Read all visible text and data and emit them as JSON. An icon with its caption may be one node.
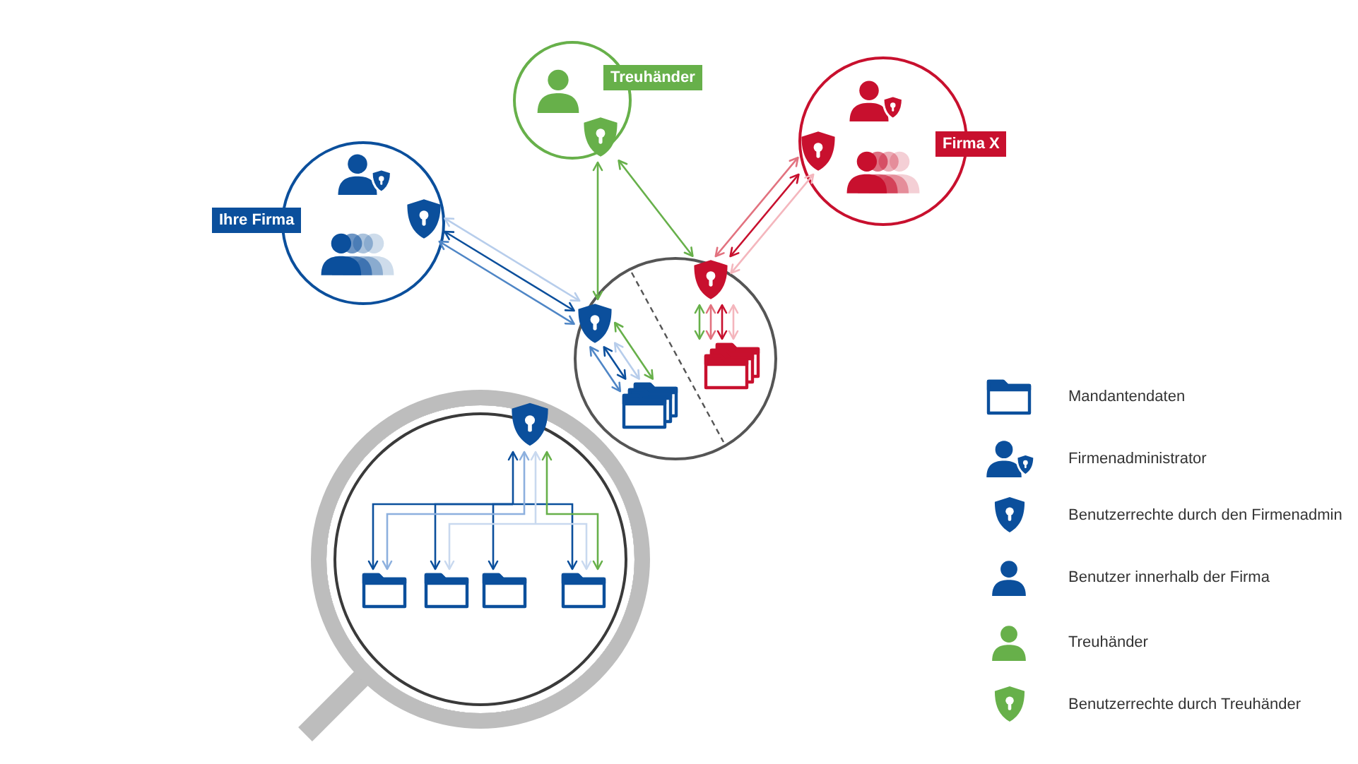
{
  "diagram": {
    "nodes": [
      {
        "text": [
          "Ihre Firma"
        ]
      },
      {
        "text": [],
        "shape": "person",
        "in": 0
      },
      {
        "text": [],
        "shape": "person",
        "in": 0
      },
      {
        "text": [],
        "shape": "shield",
        "in": 0
      },
      {
        "text": [
          "Treuhänder"
        ]
      },
      {
        "text": [],
        "shape": "person",
        "in": 4
      },
      {
        "text": [],
        "shape": "shield",
        "in": 4
      },
      {
        "text": [
          "Firma X"
        ]
      },
      {
        "text": [],
        "shape": "shield",
        "in": 7
      },
      {
        "text": [],
        "shape": "person",
        "in": 7
      },
      {
        "text": [],
        "shape": "person",
        "in": 7
      },
      {
        "text": [],
        "shape": "circle"
      },
      {
        "text": [],
        "shape": "shield",
        "in": 11
      },
      {
        "text": [],
        "shape": "shield",
        "in": 11
      },
      {
        "text": [],
        "shape": "folder",
        "in": 11
      },
      {
        "text": [],
        "shape": "folder",
        "in": 11
      },
      {
        "text": [],
        "shape": "circle"
      },
      {
        "text": [],
        "shape": "shield",
        "in": 16
      },
      {
        "text": [],
        "shape": "folder",
        "in": 16
      },
      {
        "text": [],
        "shape": "folder",
        "in": 16
      },
      {
        "text": [],
        "shape": "folder",
        "in": 16
      },
      {
        "text": [],
        "shape": "folder",
        "in": 16
      }
    ],
    "edges": [
      {
        "from": 3,
        "to": 12,
        "arrow": "both",
        "color": "#b7cdeb"
      },
      {
        "from": 3,
        "to": 12,
        "arrow": "both"
      },
      {
        "from": 3,
        "to": 12,
        "arrow": "both",
        "color": "#4f86c6"
      },
      {
        "from": 6,
        "to": 12,
        "arrow": "both",
        "color": "#67b04a"
      },
      {
        "from": 6,
        "to": 13,
        "arrow": "both",
        "color": "#67b04a"
      },
      {
        "from": 8,
        "to": 13,
        "arrow": "both",
        "color": "#f4b6bd"
      },
      {
        "from": 8,
        "to": 13,
        "arrow": "both",
        "color": "#c8102e"
      },
      {
        "from": 8,
        "to": 13,
        "arrow": "both",
        "color": "#e2727f"
      },
      {
        "from": 12,
        "to": 14,
        "arrow": "both",
        "color": "#67b04a"
      },
      {
        "from": 12,
        "to": 14,
        "arrow": "both",
        "color": "#b7cdeb"
      },
      {
        "from": 12,
        "to": 14,
        "arrow": "both"
      },
      {
        "from": 12,
        "to": 14,
        "arrow": "both",
        "color": "#4f86c6"
      },
      {
        "from": 13,
        "to": 15,
        "arrow": "both",
        "color": "#67b04a"
      },
      {
        "from": 13,
        "to": 15,
        "arrow": "both",
        "color": "#e2727f"
      },
      {
        "from": 13,
        "to": 15,
        "arrow": "both",
        "color": "#c8102e"
      },
      {
        "from": 13,
        "to": 15,
        "arrow": "both",
        "color": "#f4b6bd"
      },
      {
        "from": 17,
        "to": 18,
        "arrow": "both"
      },
      {
        "from": 17,
        "to": 19,
        "arrow": "both"
      },
      {
        "from": 17,
        "to": 20,
        "arrow": "both"
      },
      {
        "from": 17,
        "to": 21,
        "arrow": "both"
      },
      {
        "from": 17,
        "to": 18,
        "arrow": "both",
        "color": "#8db0de"
      },
      {
        "from": 17,
        "to": 19,
        "arrow": "both",
        "color": "#c9d9ef"
      },
      {
        "from": 17,
        "to": 21,
        "arrow": "both",
        "color": "#c9d9ef"
      },
      {
        "from": 17,
        "to": 21,
        "arrow": "both",
        "color": "#67b04a"
      }
    ],
    "legend": [
      {
        "text": "Mandantendaten"
      },
      {
        "text": "Firmenadministrator"
      },
      {
        "text": "Benutzerrechte durch den Firmenadmin"
      },
      {
        "text": "Benutzer innerhalb der Firma"
      },
      {
        "text": "Treuhänder"
      },
      {
        "text": "Benutzerrechte durch Treuhänder"
      }
    ]
  }
}
